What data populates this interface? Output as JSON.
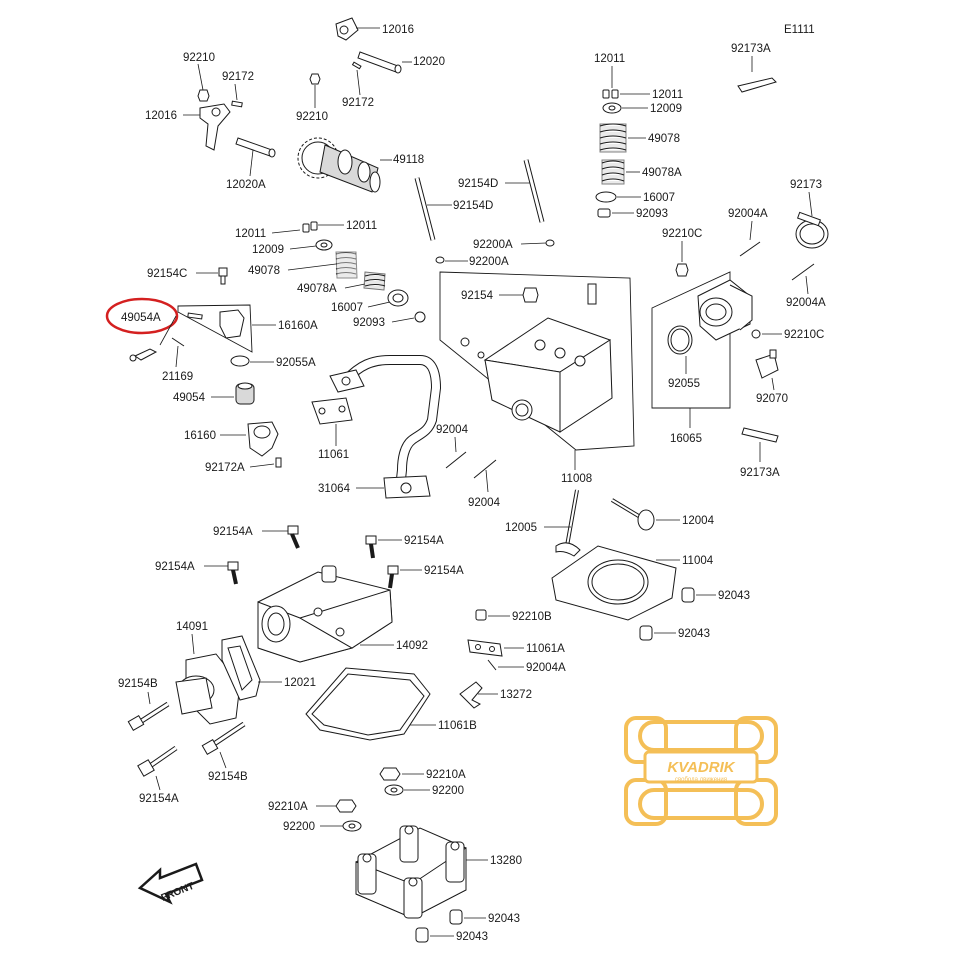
{
  "diagram_code": "E1111",
  "front_label": "FRONT",
  "highlight_color": "#d42020",
  "watermark": {
    "brand": "KVADRIK",
    "tagline": "свобода движения",
    "color": "#f3b53a"
  },
  "labels": {
    "p12016_top": "12016",
    "p12020": "12020",
    "p92210_a": "92210",
    "p92172_a": "92172",
    "p12016_left": "12016",
    "p12020A": "12020A",
    "p92210_b": "92210",
    "p92172_b": "92172",
    "p49118": "49118",
    "p12011_a": "12011",
    "p12011_b": "12011",
    "p12011_c": "12011",
    "p12011_d": "12011",
    "p12009_a": "12009",
    "p12009_b": "12009",
    "p49078_a": "49078",
    "p49078_b": "49078",
    "p49078A_a": "49078A",
    "p49078A_b": "49078A",
    "p16007_a": "16007",
    "p16007_b": "16007",
    "p92093_a": "92093",
    "p92093_b": "92093",
    "p92154D_a": "92154D",
    "p92154D_b": "92154D",
    "p92200A_a": "92200A",
    "p92200A_b": "92200A",
    "p92154C": "92154C",
    "p49054A": "49054A",
    "p16160A": "16160A",
    "p21169": "21169",
    "p92055A": "92055A",
    "p49054": "49054",
    "p16160": "16160",
    "p92172A": "92172A",
    "p11061": "11061",
    "p31064": "31064",
    "p92154": "92154",
    "p11008": "11008",
    "p92004_a": "92004",
    "p92004_b": "92004",
    "p92173A_a": "92173A",
    "p92173": "92173",
    "p92004A_a": "92004A",
    "p92004A_b": "92004A",
    "p92210C_a": "92210C",
    "p92210C_b": "92210C",
    "p92055": "92055",
    "p92070": "92070",
    "p16065": "16065",
    "p92173A_b": "92173A",
    "p12005": "12005",
    "p12004": "12004",
    "p11004": "11004",
    "p92043_a": "92043",
    "p92043_b": "92043",
    "p92043_c": "92043",
    "p92043_d": "92043",
    "p92154A_a": "92154A",
    "p92154A_b": "92154A",
    "p92154A_c": "92154A",
    "p92154A_d": "92154A",
    "p92154A_e": "92154A",
    "p14091": "14091",
    "p14092": "14092",
    "p12021": "12021",
    "p92154B_a": "92154B",
    "p92154B_b": "92154B",
    "p92210B": "92210B",
    "p11061A": "11061A",
    "p92004A_c": "92004A",
    "p13272": "13272",
    "p11061B": "11061B",
    "p92210A_a": "92210A",
    "p92210A_b": "92210A",
    "p92200_a": "92200",
    "p92200_b": "92200",
    "p13280": "13280"
  }
}
